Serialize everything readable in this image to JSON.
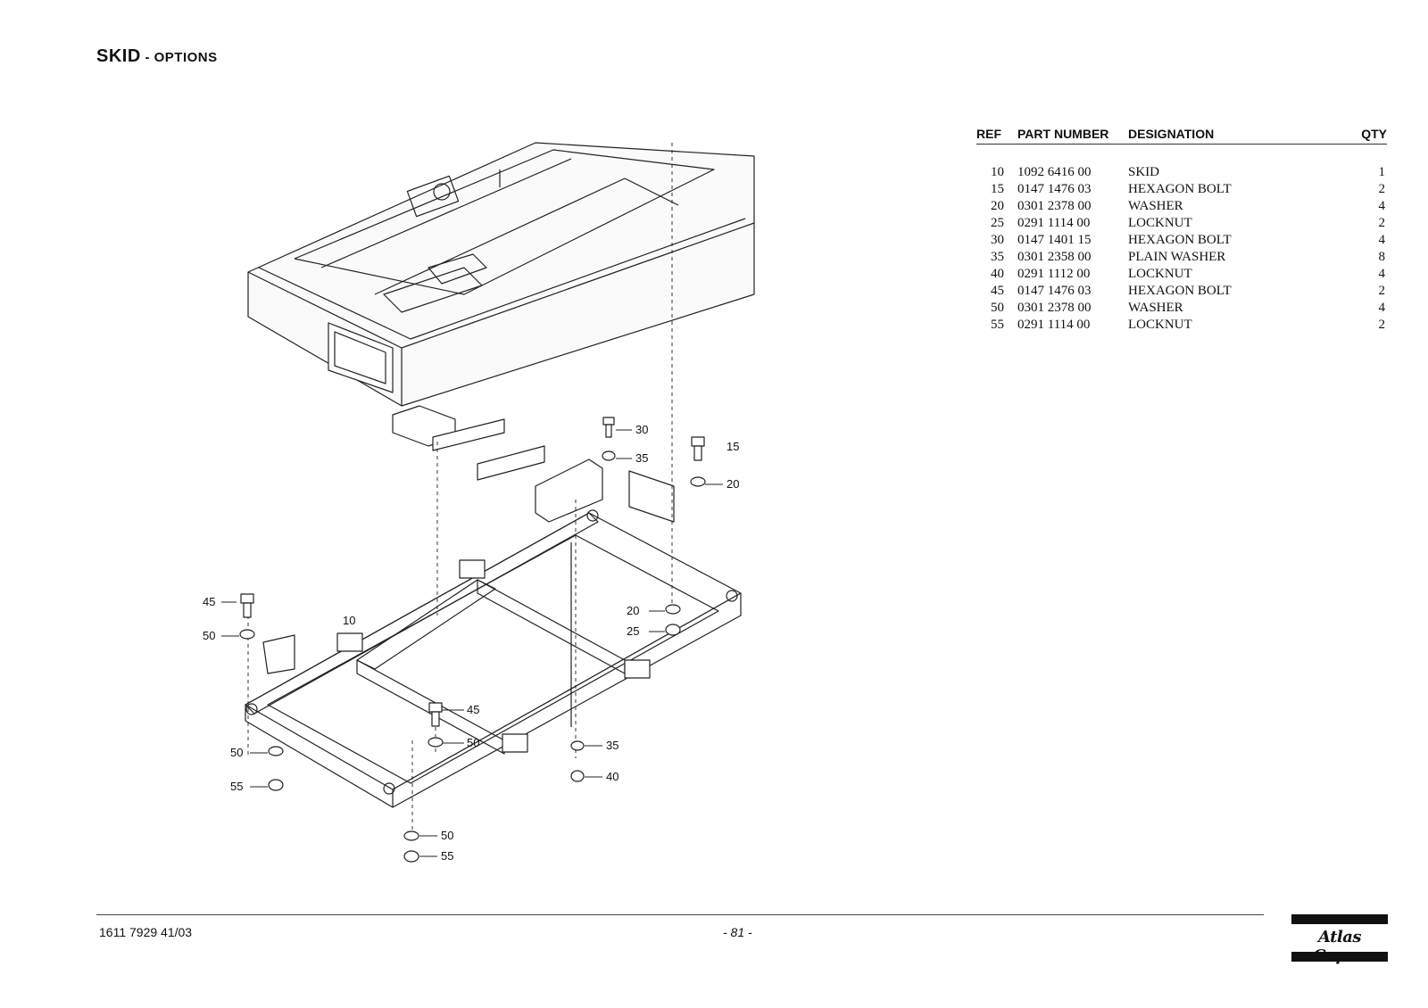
{
  "header": {
    "title_main": "SKID",
    "title_sub": " - OPTIONS"
  },
  "parts_table": {
    "columns": {
      "ref": "REF",
      "part_number": "PART NUMBER",
      "designation": "DESIGNATION",
      "qty": "QTY"
    },
    "rows": [
      {
        "ref": "10",
        "part_number": "1092 6416 00",
        "designation": "SKID",
        "qty": "1"
      },
      {
        "ref": "15",
        "part_number": "0147 1476 03",
        "designation": "HEXAGON BOLT",
        "qty": "2"
      },
      {
        "ref": "20",
        "part_number": "0301 2378 00",
        "designation": "WASHER",
        "qty": "4"
      },
      {
        "ref": "25",
        "part_number": "0291 1114 00",
        "designation": "LOCKNUT",
        "qty": "2"
      },
      {
        "ref": "30",
        "part_number": "0147 1401 15",
        "designation": "HEXAGON BOLT",
        "qty": "4"
      },
      {
        "ref": "35",
        "part_number": "0301 2358 00",
        "designation": "PLAIN WASHER",
        "qty": "8"
      },
      {
        "ref": "40",
        "part_number": "0291 1112 00",
        "designation": "LOCKNUT",
        "qty": "4"
      },
      {
        "ref": "45",
        "part_number": "0147 1476 03",
        "designation": "HEXAGON BOLT",
        "qty": "2"
      },
      {
        "ref": "50",
        "part_number": "0301 2378 00",
        "designation": "WASHER",
        "qty": "4"
      },
      {
        "ref": "55",
        "part_number": "0291 1114 00",
        "designation": "LOCKNUT",
        "qty": "2"
      }
    ]
  },
  "diagram": {
    "callouts": [
      "30",
      "35",
      "15",
      "20",
      "45",
      "50",
      "10",
      "20",
      "25",
      "45",
      "50",
      "35",
      "50",
      "55",
      "40",
      "50",
      "55"
    ]
  },
  "footer": {
    "doc_number": "1611 7929 41/03",
    "page": "- 81 -"
  },
  "logo": {
    "text": "Atlas Copco"
  }
}
